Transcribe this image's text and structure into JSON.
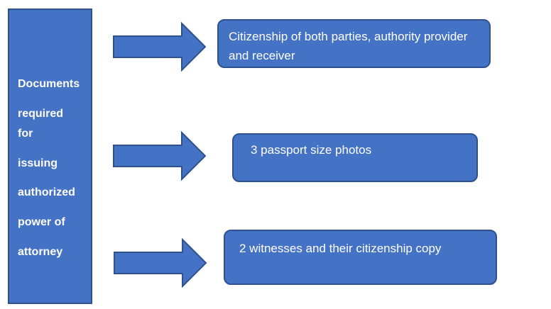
{
  "diagram": {
    "source_lines": [
      "Documents",
      "required",
      "for",
      "issuing",
      "authorized",
      "power of",
      "attorney"
    ],
    "items": [
      "Citizenship of both parties, authority provider and receiver",
      "3 passport size photos",
      "2 witnesses and their citizenship copy"
    ]
  },
  "colors": {
    "box_fill": "#4472c4",
    "box_border": "#2f528f",
    "text": "#ffffff"
  }
}
